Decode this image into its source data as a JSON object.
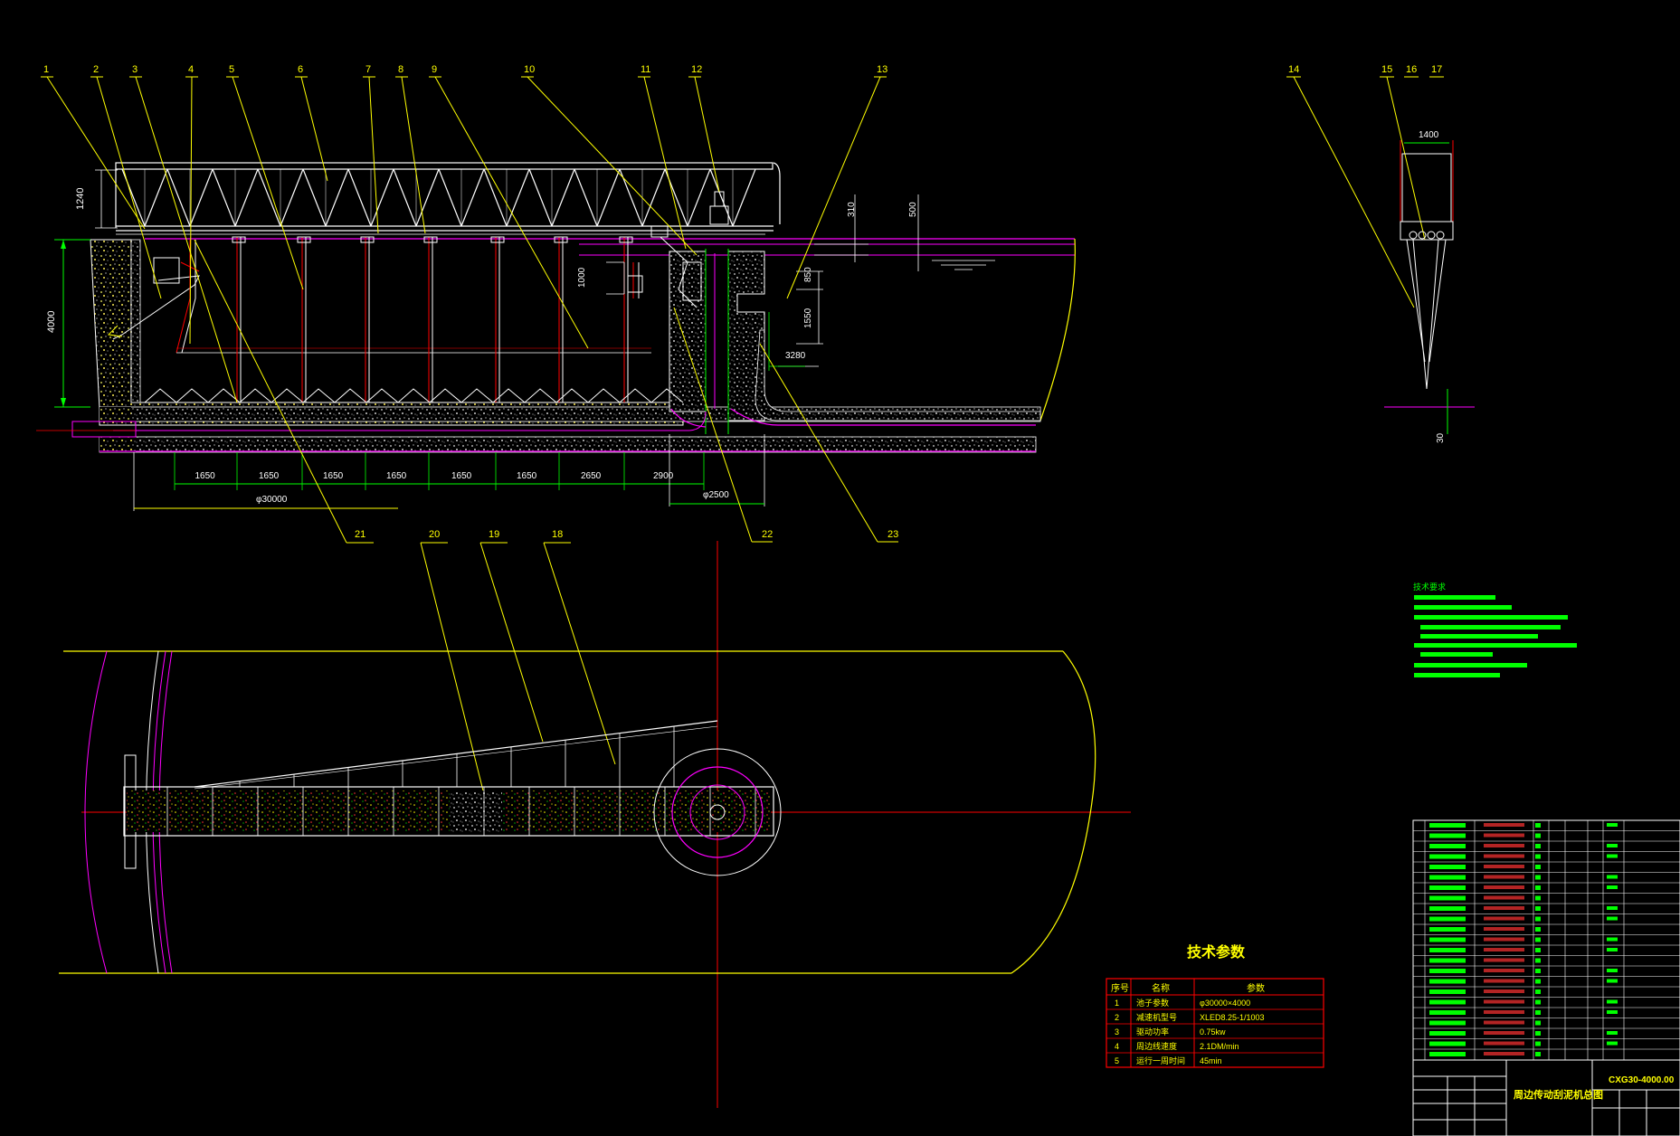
{
  "callouts_top": [
    "1",
    "2",
    "3",
    "4",
    "5",
    "6",
    "7",
    "8",
    "9",
    "10",
    "11",
    "12",
    "13"
  ],
  "callouts_side": [
    "14",
    "15",
    "16",
    "17"
  ],
  "callouts_bottom_a": [
    "21",
    "20",
    "19",
    "18"
  ],
  "callouts_bottom_b": [
    "22",
    "23"
  ],
  "dims": {
    "d1240": "1240",
    "d4000": "4000",
    "d310": "310",
    "d500": "500",
    "d1000": "1000",
    "d850": "850",
    "d1550": "1550",
    "d3280": "3280",
    "d1400": "1400",
    "d30": "30",
    "spans": [
      "1650",
      "1650",
      "1650",
      "1650",
      "1650",
      "1650",
      "2650",
      "2900"
    ],
    "dia30000": "φ30000",
    "dia2500": "φ2500"
  },
  "tech": {
    "title": "技术参数",
    "headers": [
      "序号",
      "名称",
      "参数"
    ],
    "rows": [
      {
        "no": "1",
        "name": "池子参数",
        "value": "φ30000×4000"
      },
      {
        "no": "2",
        "name": "减速机型号",
        "value": "XLED8.25-1/1003"
      },
      {
        "no": "3",
        "name": "驱动功率",
        "value": "0.75kw"
      },
      {
        "no": "4",
        "name": "周边线速度",
        "value": "2.1DM/min"
      },
      {
        "no": "5",
        "name": "运行一周时间",
        "value": "45min"
      }
    ]
  },
  "requirements_title": "技术要求",
  "title_block": {
    "drawing_no": "CXG30-4000.00",
    "drawing_name": "周边传动刮泥机总图"
  },
  "colors": {
    "background": "#000000",
    "green": "#00ff00",
    "yellow": "#ffff00",
    "red": "#ff0000",
    "magenta": "#ff00ff",
    "white": "#ffffff"
  }
}
